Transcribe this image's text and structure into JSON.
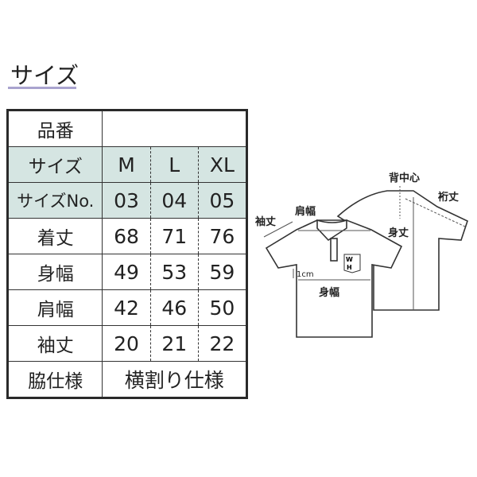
{
  "title": "サイズ",
  "table": {
    "rows": [
      {
        "label": "品番",
        "values": []
      },
      {
        "label": "サイズ",
        "values": [
          "M",
          "L",
          "XL"
        ]
      },
      {
        "label": "サイズNo.",
        "values": [
          "03",
          "04",
          "05"
        ]
      },
      {
        "label": "着丈",
        "values": [
          "68",
          "71",
          "76"
        ]
      },
      {
        "label": "身幅",
        "values": [
          "49",
          "53",
          "59"
        ]
      },
      {
        "label": "肩幅",
        "values": [
          "42",
          "46",
          "50"
        ]
      },
      {
        "label": "袖丈",
        "values": [
          "20",
          "21",
          "22"
        ]
      },
      {
        "label": "脇仕様",
        "span": "横割り仕様"
      }
    ]
  },
  "diagram": {
    "back_center": "背中心",
    "yuki": "裄丈",
    "body_length": "身丈",
    "shoulder": "肩幅",
    "sleeve": "袖丈",
    "one_cm": "1cm",
    "chest": "身幅",
    "w": "W",
    "h": "H"
  }
}
